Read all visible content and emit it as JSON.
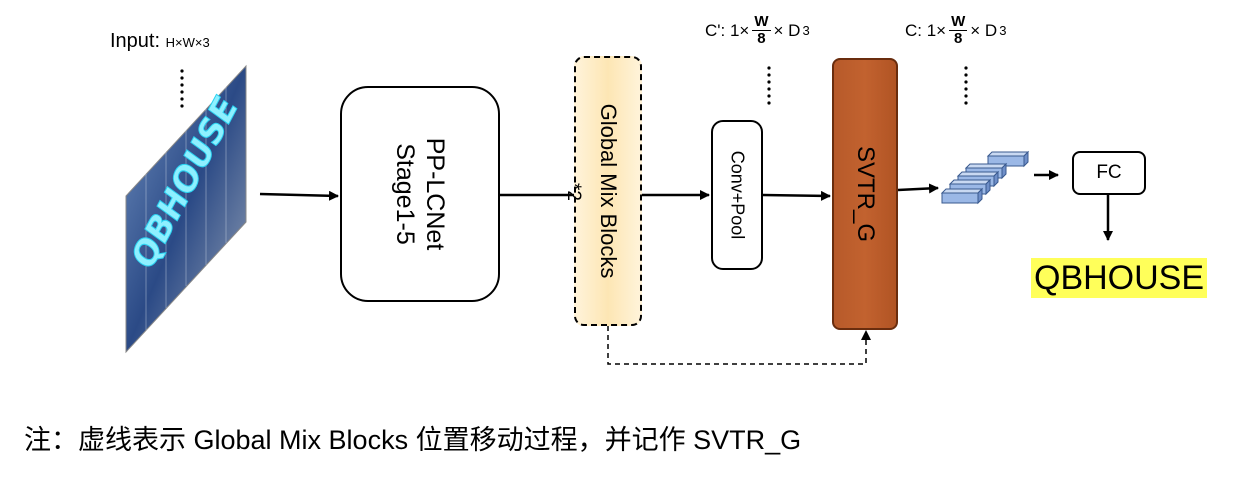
{
  "input": {
    "label": "Input:",
    "shape": "H×W×3",
    "image_text": "QBHOUSE"
  },
  "blocks": {
    "pp_lcnet": {
      "line1": "PP-LCNet",
      "line2": "Stage1-5"
    },
    "global_mix": {
      "label": "Global Mix  Blocks",
      "multiplier": "*2"
    },
    "conv_pool": {
      "label": "Conv+Pool"
    },
    "svtr_g": {
      "label": "SVTR_G"
    },
    "fc": {
      "label": "FC"
    }
  },
  "formulas": {
    "c_prime": {
      "prefix": "C': 1×",
      "num": "W",
      "den": "8",
      "suffix": "× D",
      "sub": "3"
    },
    "c": {
      "prefix": "C: 1×",
      "num": "W",
      "den": "8",
      "suffix": "× D",
      "sub": "3"
    }
  },
  "output": {
    "text": "QBHOUSE"
  },
  "note": {
    "text": "注：虚线表示 Global Mix Blocks 位置移动过程，并记作 SVTR_G"
  },
  "colors": {
    "svtr_fill": "#c2622f",
    "global_mix_fill": "#fde6b4",
    "output_highlight": "#ffff5a",
    "feature_cube": "#9bb8e6"
  },
  "icons": [
    "input-image-icon",
    "feature-cubes-icon"
  ]
}
